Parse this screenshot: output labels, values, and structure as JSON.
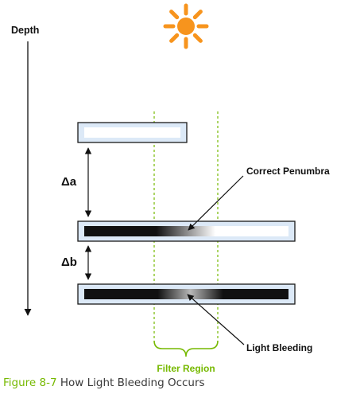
{
  "labels": {
    "depth": "Depth",
    "delta_a": "Δa",
    "delta_b": "Δb",
    "correct_penumbra": "Correct Penumbra",
    "light_bleeding": "Light Bleeding",
    "filter_region": "Filter Region"
  },
  "caption": {
    "figure_number": "Figure 8-7",
    "title": "How Light Bleeding Occurs"
  },
  "icons": {
    "light_source": "sun-icon"
  },
  "colors": {
    "sun": "#f7941d",
    "plate_fill": "#dce9f7",
    "plate_border": "#1a1a1a",
    "shadow": "#111111",
    "filter_region": "#76b900",
    "caption_accent": "#76b900",
    "caption_text": "#3a3a3a"
  }
}
